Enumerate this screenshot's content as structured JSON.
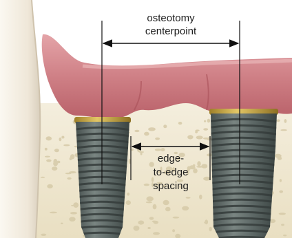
{
  "diagram": {
    "subject": "dental-implants-in-bone-section",
    "labels": {
      "centerpoint": [
        "osteotomy",
        "centerpoint"
      ],
      "edge": [
        "edge-",
        "to-edge",
        "spacing"
      ]
    },
    "colors": {
      "gum": "#c9767d",
      "gum_highlight": "#eab3b5",
      "bone": "#eee6cc",
      "bone_pores": "#d4c8a4",
      "tooth": "#f6f1e8",
      "implant": "#5b6663",
      "implant_thread": "#3e4644",
      "implant_collar": "#c7a640",
      "line": "#111111"
    },
    "icons": [
      "double-arrow-icon",
      "centerline-icon",
      "implant-icon"
    ]
  }
}
